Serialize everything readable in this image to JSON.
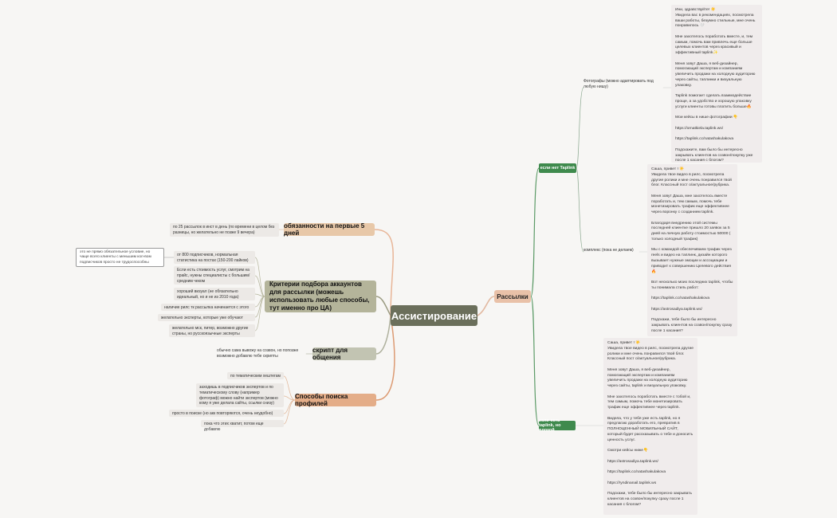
{
  "root": {
    "label": "Ассистирование"
  },
  "rassylki": {
    "label": "Рассылки",
    "no_taplink": {
      "label": "если нет Taplink",
      "photographers": {
        "label": "Фотографы (можно адаптировать под любую нишу)",
        "message": "Ини, здравствуйте! ☀️\nУвидела вас в рекомендациях, посмотрела ваши работы, безумно стильные, мне очень понравилось 🤍\n\nМне захотелось поработать вместе, и, тем самым, помочь вам привлечь еще больше целевых клиентов через красивый и эффективный taplink✨\n\nМеня зовут Даша, я веб-дизайнер, помогающий экспертам и компаниям увеличить продажи на холодную аудиторию через сайты, таплинки и визуальную упаковку.\n\nTaplink помогает сделать взаимодействие проще, а за удобство и хорошую упаковку услуги клиенты готовы платить больше🔥\n\nМои кейсы в нише фотографии 👇\n\nhttps://ornatkiela.taplink.ws/\n\nhttps://taplink.cc/natashakulakova\n\nПодскажите, вам было бы интересно закрывать клиентов на созвон/покупку уже после 1 касания с блогом?"
      },
      "complex": {
        "label": "комплекс (пока не делаем)",
        "message": "Саша, привет ! ☀️\nУвидела твое видео в рилс, посмотрела другие ролики и мне очень понравился твой блог. Классный пост о/актуальное/рубрика.\n\nМеня зовут Даша, мне захотелось вместе поработать и, тем самым, помочь тебе монетизировать трафик еще эффективнее через воронку с созданием taplink.\n\nБлагодаря внедрению этой системы последней клиентке пришло 20 заявок за 5 дней на личную работу стоимостью 50000 ( только холодный трафик)\n\nМы с командой обеспечиваем трафик через reels и видео на таплинк, дизайн которого вызывает нужные эмоции и ассоциации и приводит к совершению Целевого действия🔥\n\nВот несколько моих последних taplink, чтобы ты понимала стиль работ:\n\nhttps://taplink.cc/natashakulakova\n\nhttps://astrosadiya.taplink.ws/\n\nПодскажи, тебе было бы интересно закрывать клиентов на созвон/покупку сразу после 1 касания?"
      }
    },
    "has_taplink": {
      "label": "если есть taplink, но плохой",
      "message": "Саша, привет ! ☀️\nУвидела твое видео в рилс, посмотрела другие ролики и мне очень понравился твой блог. Классный пост о/актуальное/рубрика.\n\nМеня зовут Даша, я веб-дизайнер, помогающий экспертам и компаниям увеличить продажи на холодную аудиторию через сайты, taplink и визуальную упаковку.\n\nМне захотелось поработать вместе с тобой и, тем самым, помочь тебе монетизировать трафик еще эффективнее через taplink.\n\nВидела, что у тебя уже есть taplink, но я предлагаю доработать его, превратив в ПОЛНОЦЕННЫЙ МОБИЛЬНЫЙ САЙТ, который будет рассказывать о тебе и доносить ценность услуг.\n\nСмотри кейсы ниже👇\n\nhttps://astrosadiya.taplink.ws/\n\nhttps://taplink.cc/natashakulakova\n\nhttps://ryndinanail.taplink.ws\n\nПодскажи, тебе было бы интересно закрывать клиентов на созвон/покупку сразу после 1 касания с блогом?"
    }
  },
  "duties": {
    "label": "обязанности на первые 5 дней",
    "leaf": "по 25 рассылок в инст в день (по времени в целом без разницы, но желательно не позже 9 вечера)"
  },
  "criteria": {
    "label": "Критерии подбора аккаунтов для рассылки (можешь использовать любые способы, тут именно про ЦА)",
    "items": [
      "от 800 подписчиков, нормальная статистика на постах (150-200 лайков)",
      "Если есть стоимость услуг, смотрим на прайс, нужны специалисты с большим/средним чеком",
      "хороший визуал (не обязательно идеальный, но и не из 2010 года)",
      "наличие рилс тк рассылка начинается с этого",
      "желательно эксперты, которые уже обучают",
      "желательно мск, питер, возможно другие страны, но русскоязычные эксперты"
    ],
    "note": "это не прямо обязательное условие, но чаще всего клиенты с меньшим кол-вом подписчиков просто не трудоспособны"
  },
  "script": {
    "label": "скрипт для общения",
    "leaf": "обычно сама вывожу на созвон, но попозже возможно добавлю тебе скрипты"
  },
  "search": {
    "label": "Способы поиска профилей",
    "items": [
      "по тематическим хештегам",
      "заходишь в подписчиков  экспертов и по тематическому слову (например фотограф) можно найти экспертов (можно кому я уже делала сайты, ссылки снизу)",
      "просто в поиске (но акк повторяются, очень неудобно)",
      "пока что этих хватит, потом еще добавлю"
    ]
  }
}
